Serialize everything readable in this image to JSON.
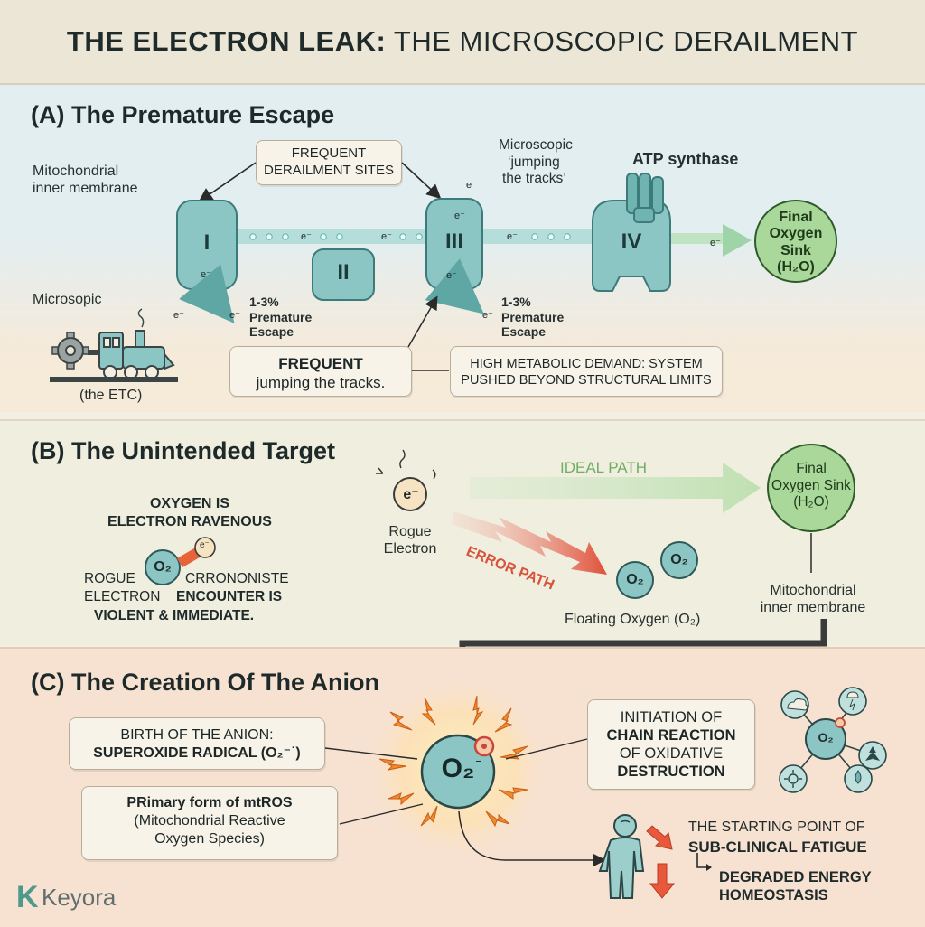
{
  "header": {
    "title_bold": "THE ELECTRON LEAK:",
    "title_rest": "THE MICROSCOPIC DERAILMENT"
  },
  "section_a": {
    "title": "(A) The Premature Escape",
    "membrane_label": [
      "Mitochondrial",
      "inner membrane"
    ],
    "derail_box": [
      "FREQUENT",
      "DERAILMENT SITES"
    ],
    "microscopic_note": [
      "Microscopic",
      "‘jumping",
      "the tracks’"
    ],
    "atp_label": "ATP synthase",
    "complexes": [
      "I",
      "II",
      "III",
      "IV"
    ],
    "electron": "e⁻",
    "escape_1": [
      "1-3%",
      "Premature",
      "Escape"
    ],
    "escape_2": [
      "1-3%",
      "Premature",
      "Escape"
    ],
    "microsopic_label": "Microsopic",
    "etc_label": "(the ETC)",
    "sink": [
      "Final",
      "Oxygen",
      "Sink",
      "(H₂O)"
    ],
    "jump_box": [
      "FREQUENT",
      "jumping the tracks."
    ],
    "demand_box": [
      "HIGH METABOLIC DEMAND: SYSTEM",
      "PUSHED BEYOND STRUCTURAL LIMITS"
    ]
  },
  "section_b": {
    "title": "(B) The Unintended Target",
    "ravenous": [
      "OXYGEN IS",
      "ELECTRON RAVENOUS"
    ],
    "o2": "O₂",
    "electron": "e⁻",
    "encounter": {
      "left1": "ROGUE",
      "left2": "ELECTRON",
      "right1": "CRRONONISTE",
      "right2": "ENCOUNTER IS",
      "line3": "VIOLENT & IMMEDIATE."
    },
    "rogue": [
      "Rogue",
      "Electron"
    ],
    "ideal_path": "IDEAL PATH",
    "error_path": "ERROR PATH",
    "floating": "Floating Oxygen (O₂)",
    "sink": [
      "Final",
      "Oxygen Sink",
      "(H₂O)"
    ],
    "membrane_label": [
      "Mitochondrial",
      "inner membrane"
    ]
  },
  "section_c": {
    "title": "(C) The Creation Of The Anion",
    "birth_box": [
      "BIRTH OF THE ANION:",
      "SUPEROXIDE RADICAL (O₂⁻˙)"
    ],
    "mtros_box": [
      "PRimary form of mtROS",
      "(Mitochondrial Reactive",
      "Oxygen Species)"
    ],
    "anion": "O₂",
    "anion_small": "O₂",
    "chain_box": [
      "INITIATION OF",
      "CHAIN REACTION",
      "OF OXIDATIVE",
      "DESTRUCTION"
    ],
    "fatigue": [
      "THE STARTING POINT OF",
      "SUB-CLINICAL FATIGUE"
    ],
    "energy": [
      "DEGRADED ENERGY",
      "HOMEOSTASIS"
    ]
  },
  "brand": {
    "logo_letter": "K",
    "name": "Keyora"
  },
  "colors": {
    "teal": "#8cc6c4",
    "teal_dark": "#3d7b7a",
    "green": "#a9d89a",
    "red": "#e0503a",
    "orange": "#f08a2a"
  }
}
